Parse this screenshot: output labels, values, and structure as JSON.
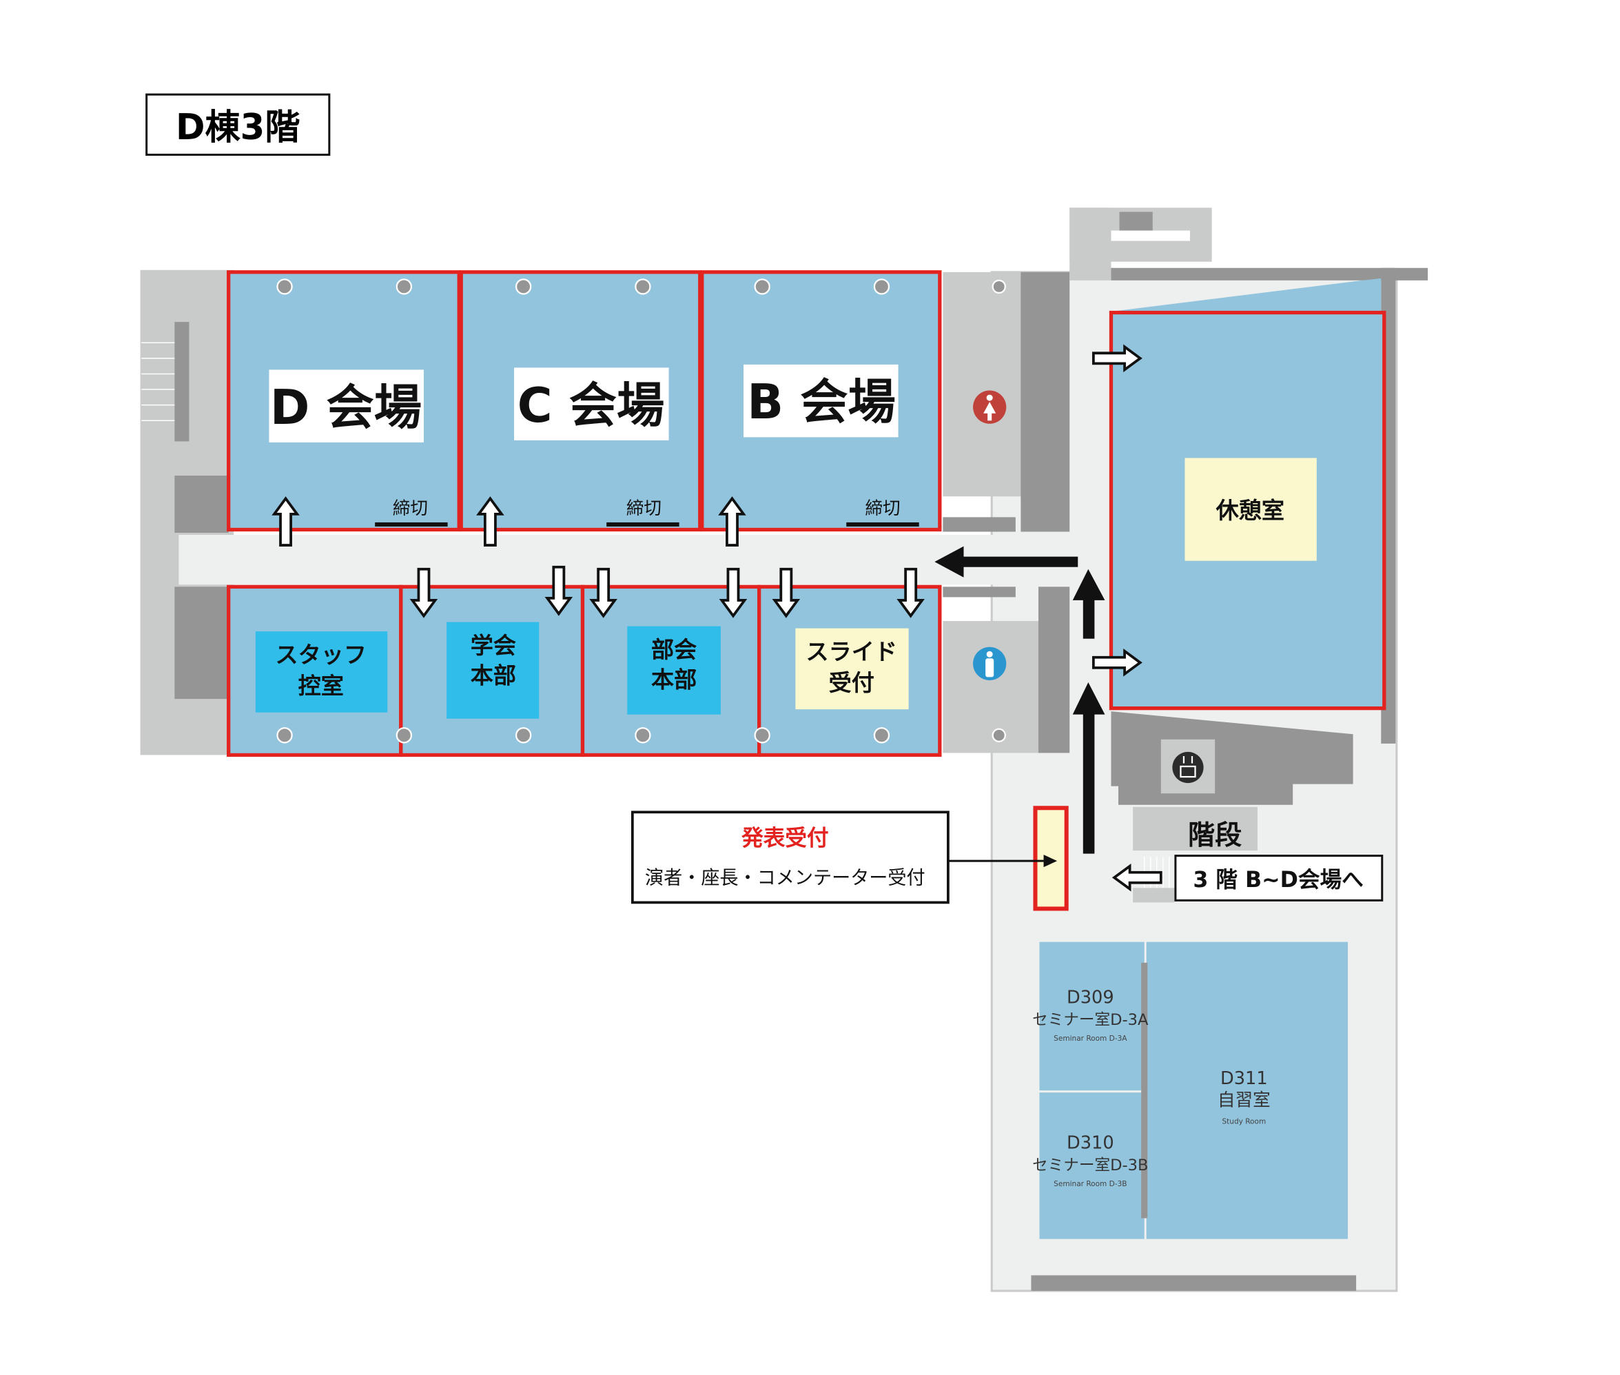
{
  "title": "D棟3階",
  "halls": {
    "d": {
      "label": "D 会場",
      "deadline": "締切"
    },
    "c": {
      "label": "C 会場",
      "deadline": "締切"
    },
    "b": {
      "label": "B 会場",
      "deadline": "締切"
    }
  },
  "lower_rooms": {
    "staff": [
      "スタッフ",
      "控室"
    ],
    "society_hq": [
      "学会",
      "本部"
    ],
    "section_hq": [
      "部会",
      "本部"
    ],
    "slide_reception": [
      "スライド",
      "受付"
    ]
  },
  "lounge": "休憩室",
  "stairs": "階段",
  "stairs_sign": "3 階  B~D会場へ",
  "reception_callout": {
    "title": "発表受付",
    "subtitle": "演者・座長・コメンテーター受付"
  },
  "seminar_rooms": [
    {
      "number": "D309",
      "name": "セミナー室D-3A",
      "english": "Seminar Room D-3A"
    },
    {
      "number": "D310",
      "name": "セミナー室D-3B",
      "english": "Seminar Room D-3B"
    }
  ],
  "study_room": {
    "number": "D311",
    "name": "自習室",
    "english": "Study Room"
  },
  "colors": {
    "room_blue": "#92c4dd",
    "highlight_red": "#e3231f",
    "cyan_room": "#30bde9",
    "cream": "#fbf8cd",
    "restroom_female": "#c0413a",
    "restroom_male": "#2a96cf"
  }
}
